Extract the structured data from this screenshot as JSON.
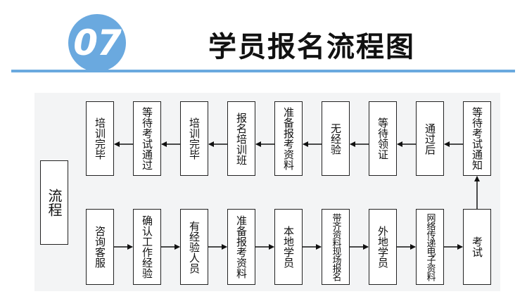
{
  "header": {
    "badge_number": "07",
    "title": "学员报名流程图"
  },
  "accent_color": "#6aa9df",
  "diagram": {
    "side_label": "流程",
    "top_row": [
      "培训完毕",
      "等待考试通过",
      "培训完毕",
      "报名培训班",
      "准备报考资料",
      "无经验",
      "等待领证",
      "通过后",
      "等待考试通知"
    ],
    "bottom_row": [
      "咨询客服",
      "确认工作经验",
      "有经验人员",
      "准备报考资料",
      "本地学员",
      "带齐资料现场报名",
      "外地学员",
      "网络传递电子资料",
      "考试"
    ]
  }
}
